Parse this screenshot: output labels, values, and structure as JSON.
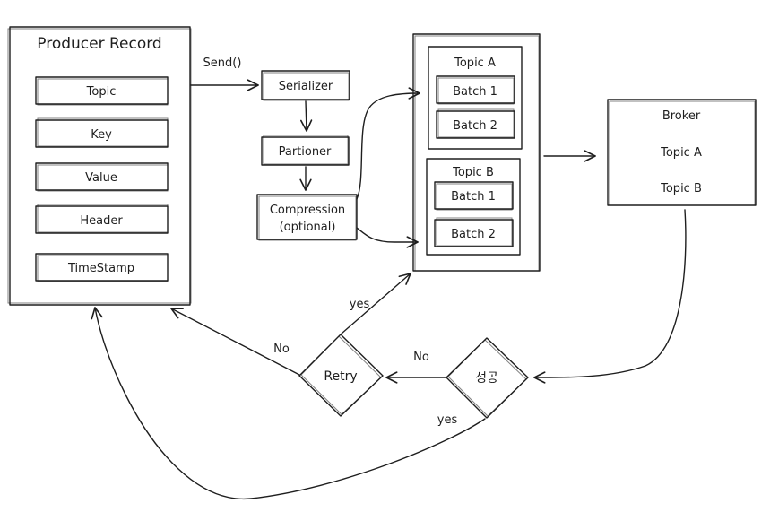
{
  "producer": {
    "title": "Producer Record",
    "fields": [
      "Topic",
      "Key",
      "Value",
      "Header",
      "TimeStamp"
    ]
  },
  "pipeline": {
    "send_label": "Send()",
    "serializer": "Serializer",
    "partitioner": "Partioner",
    "compression_line1": "Compression",
    "compression_line2": "(optional)"
  },
  "accumulator": {
    "groups": [
      {
        "topic": "Topic A",
        "batches": [
          "Batch 1",
          "Batch 2"
        ]
      },
      {
        "topic": "Topic B",
        "batches": [
          "Batch 1",
          "Batch 2"
        ]
      }
    ]
  },
  "broker": {
    "title": "Broker",
    "topics": [
      "Topic A",
      "Topic B"
    ]
  },
  "decisions": {
    "success": "성공",
    "retry": "Retry",
    "success_no": "No",
    "success_yes": "yes",
    "retry_no": "No",
    "retry_yes": "yes"
  },
  "colors": {
    "stroke": "#1e1e1e",
    "hatch": "#6b7280",
    "field_fill": "#e9ecef",
    "background": "#ffffff"
  }
}
